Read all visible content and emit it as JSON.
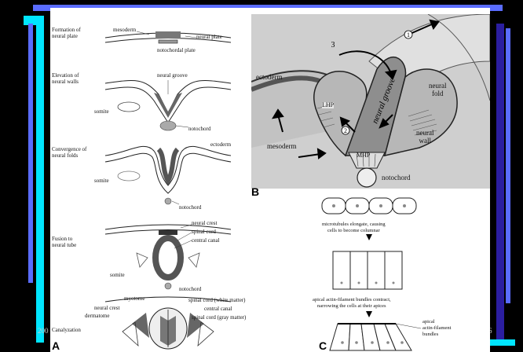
{
  "footer": {
    "left": "200",
    "right": "6"
  },
  "panel_a": {
    "letter": "A",
    "stages": [
      {
        "title": "Formation of\nneural plate",
        "labels": [
          "mesoderm",
          "neural plate",
          "notochordal plate"
        ]
      },
      {
        "title": "Elevation of\nneural walls",
        "labels": [
          "neural groove",
          "somite",
          "notochord"
        ]
      },
      {
        "title": "Convergence of\nneural folds",
        "labels": [
          "ectoderm",
          "somite",
          "notochord"
        ]
      },
      {
        "title": "Fusion to\nneural tube",
        "labels": [
          "neural crest",
          "spinal cord",
          "central canal",
          "somite",
          "notochord"
        ]
      },
      {
        "title": "Canalyzation",
        "labels": [
          "myotome",
          "neural crest",
          "dermatome",
          "spinal cord (white matter)",
          "central canal",
          "spinal cord (gray matter)"
        ]
      }
    ]
  },
  "panel_b": {
    "letter": "B",
    "labels": {
      "ectoderm": "ectoderm",
      "lhp": "LHP",
      "neural_groove": "neural groove",
      "neural_fold": "neural\nfold",
      "neural_wall": "neural\nwall",
      "mesoderm": "mesoderm",
      "mhp": "MHP",
      "notochord": "notochord"
    },
    "markers": [
      "1",
      "2",
      "3"
    ]
  },
  "panel_c": {
    "letter": "C",
    "step1": "microtubules elongate, causing\ncells to become columnar",
    "step2": "apical actin-filament bundles contract,\nnarrowing the cells at their apices",
    "side_label": "apical\nactin-filament\nbundles"
  },
  "colors": {
    "background": "#000000",
    "bar_blue": "#5a6cff",
    "bar_cyan": "#00e5ff",
    "bar_purple": "#2b1ea0",
    "panel_b_bg": "#cfcfcf"
  }
}
